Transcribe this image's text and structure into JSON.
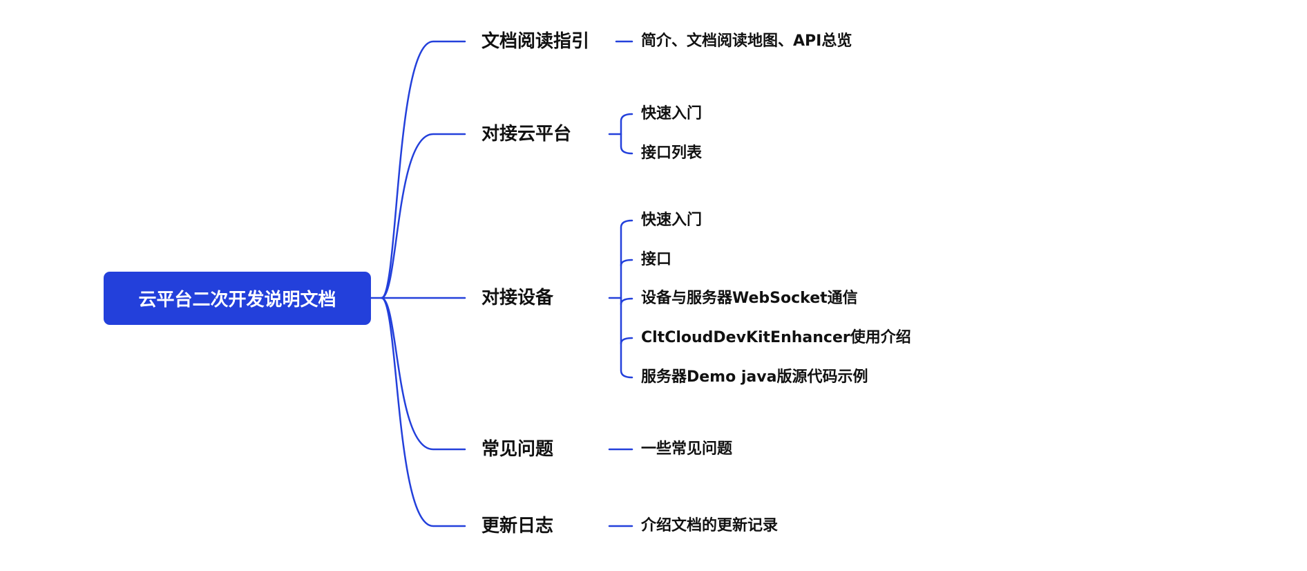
{
  "colors": {
    "accent": "#2340DB",
    "text": "#111111",
    "background": "#FFFFFF"
  },
  "root": {
    "label": "云平台二次开发说明文档"
  },
  "branches": [
    {
      "label": "文档阅读指引",
      "children": [
        "简介、文档阅读地图、API总览"
      ]
    },
    {
      "label": "对接云平台",
      "children": [
        "快速入门",
        "接口列表"
      ]
    },
    {
      "label": "对接设备",
      "children": [
        "快速入门",
        "接口",
        "设备与服务器WebSocket通信",
        "CltCloudDevKitEnhancer使用介绍",
        "服务器Demo java版源代码示例"
      ]
    },
    {
      "label": "常见问题",
      "children": [
        "一些常见问题"
      ]
    },
    {
      "label": "更新日志",
      "children": [
        "介绍文档的更新记录"
      ]
    }
  ]
}
